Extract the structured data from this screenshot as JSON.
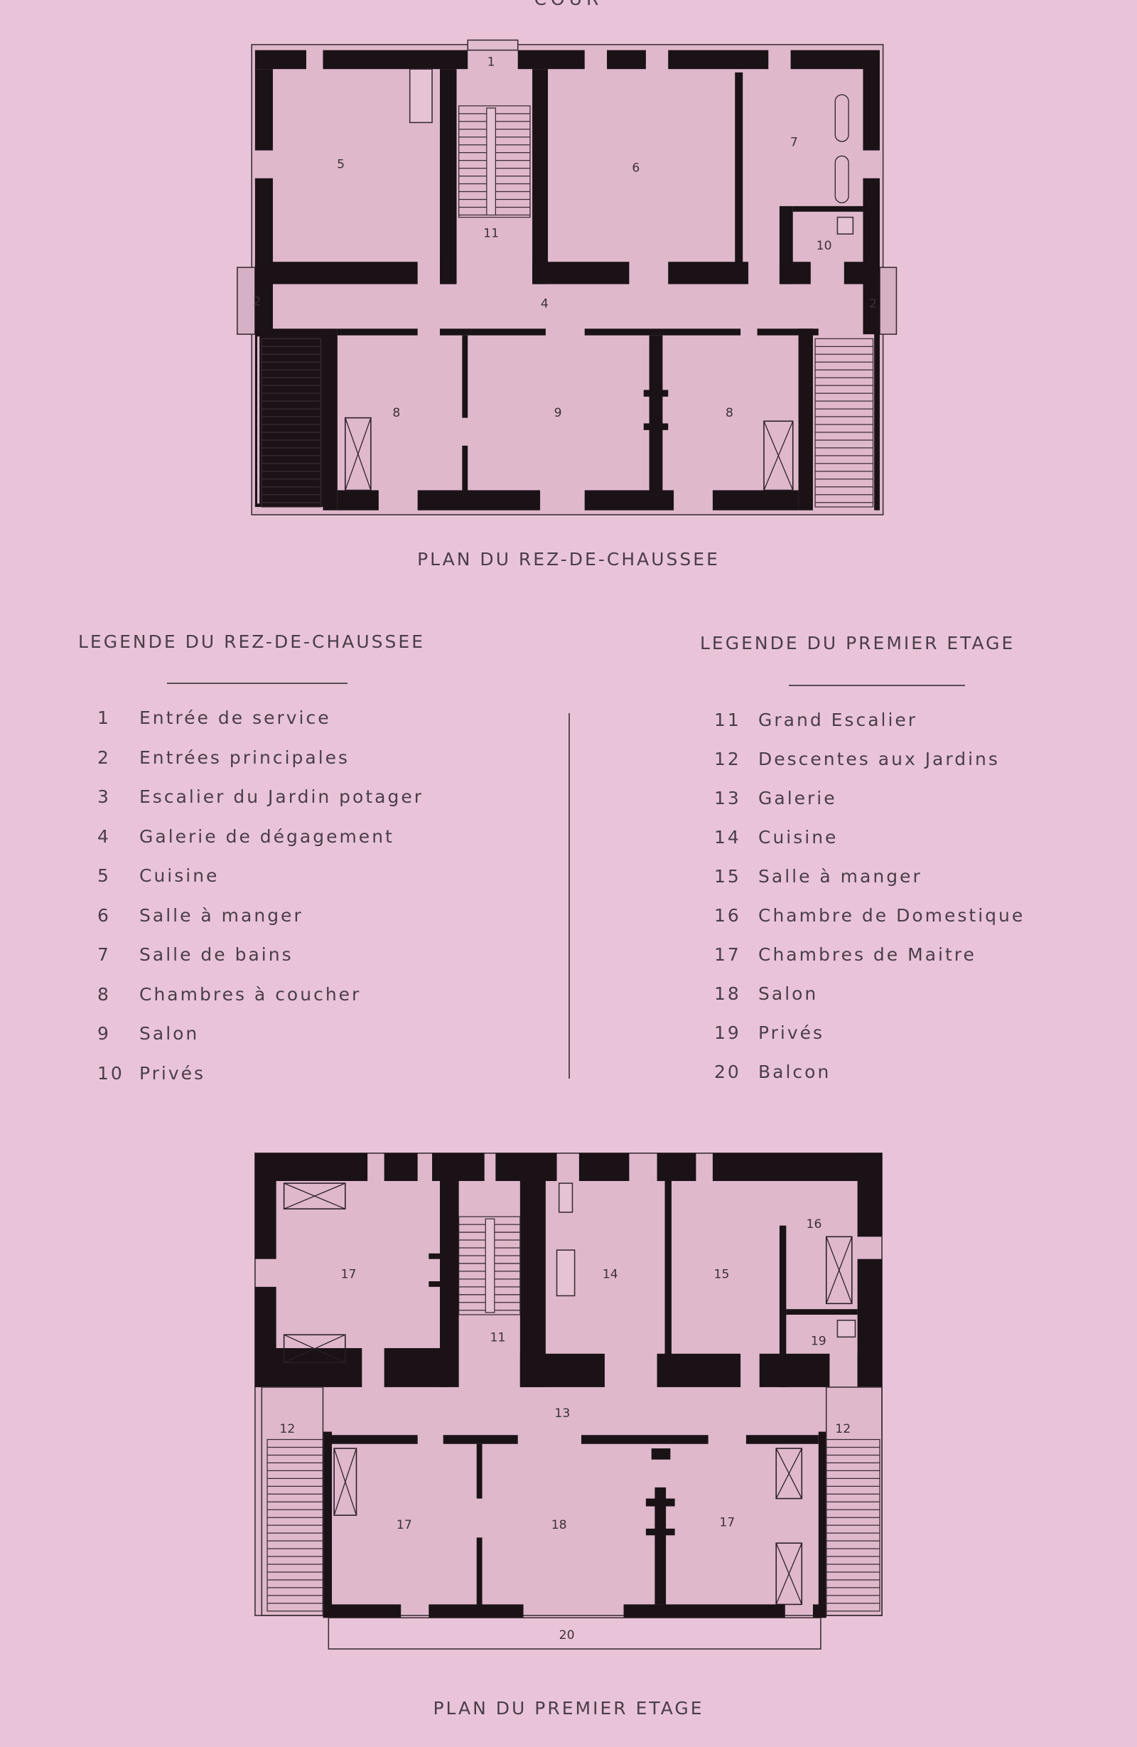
{
  "top_label": "COUR",
  "plan_rdc": {
    "caption": "PLAN DU REZ-DE-CHAUSSEE",
    "room_numbers": [
      "1",
      "5",
      "11",
      "6",
      "7",
      "10",
      "2",
      "4",
      "2",
      "8",
      "9",
      "8"
    ]
  },
  "plan_etage": {
    "caption": "PLAN DU PREMIER ETAGE",
    "room_numbers": [
      "17",
      "11",
      "14",
      "15",
      "16",
      "19",
      "13",
      "12",
      "12",
      "17",
      "18",
      "17",
      "20"
    ]
  },
  "legend_rdc": {
    "title": "LEGENDE DU REZ-DE-CHAUSSEE",
    "items": [
      {
        "num": "1",
        "label": "Entrée de service"
      },
      {
        "num": "2",
        "label": "Entrées principales"
      },
      {
        "num": "3",
        "label": "Escalier du Jardin potager"
      },
      {
        "num": "4",
        "label": "Galerie de dégagement"
      },
      {
        "num": "5",
        "label": "Cuisine"
      },
      {
        "num": "6",
        "label": "Salle à manger"
      },
      {
        "num": "7",
        "label": "Salle de bains"
      },
      {
        "num": "8",
        "label": "Chambres à coucher"
      },
      {
        "num": "9",
        "label": "Salon"
      },
      {
        "num": "10",
        "label": "Privés"
      }
    ]
  },
  "legend_etage": {
    "title": "LEGENDE DU PREMIER ETAGE",
    "items": [
      {
        "num": "11",
        "label": "Grand Escalier"
      },
      {
        "num": "12",
        "label": "Descentes aux Jardins"
      },
      {
        "num": "13",
        "label": "Galerie"
      },
      {
        "num": "14",
        "label": "Cuisine"
      },
      {
        "num": "15",
        "label": "Salle à manger"
      },
      {
        "num": "16",
        "label": "Chambre de Domestique"
      },
      {
        "num": "17",
        "label": "Chambres de Maitre"
      },
      {
        "num": "18",
        "label": "Salon"
      },
      {
        "num": "19",
        "label": "Privés"
      },
      {
        "num": "20",
        "label": "Balcon"
      }
    ]
  },
  "colors": {
    "paper": "#e9c4d9",
    "wall": "#1a1216",
    "floor": "#dfb8cc",
    "ink": "#4b3d49"
  }
}
